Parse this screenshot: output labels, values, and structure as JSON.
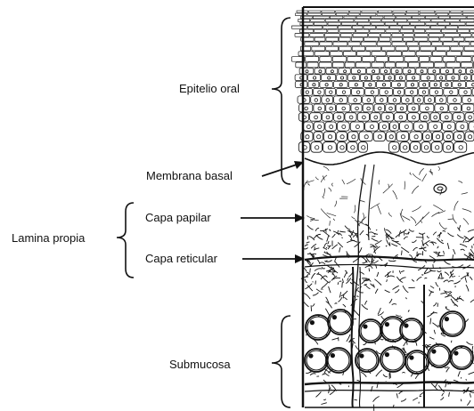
{
  "labels": {
    "epitelio": "Epitelio oral",
    "membrana": "Membrana basal",
    "lamina": "Lamina propia",
    "papilar": "Capa papilar",
    "reticular": "Capa reticular",
    "submucosa": "Submucosa"
  },
  "colors": {
    "ink": "#111111",
    "background": "#ffffff"
  }
}
